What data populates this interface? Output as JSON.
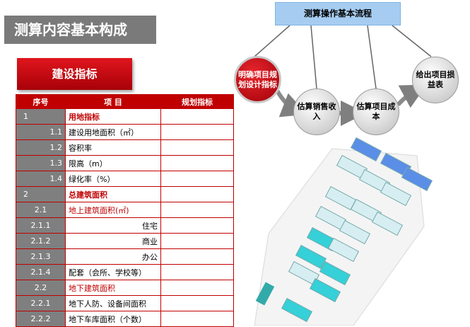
{
  "page": {
    "title": "测算内容基本构成",
    "subtitle": "建设指标"
  },
  "table": {
    "headers": [
      "序号",
      "项 目",
      "规划指标"
    ],
    "rows": [
      {
        "num": "1",
        "item": "用地指标",
        "style": "cat",
        "align": "l"
      },
      {
        "num": "1.1",
        "item": "建设用地面积（㎡）",
        "style": "normal",
        "align": "r"
      },
      {
        "num": "1.2",
        "item": "容积率",
        "style": "normal",
        "align": "r"
      },
      {
        "num": "1.3",
        "item": "限高（m）",
        "style": "normal",
        "align": "r"
      },
      {
        "num": "1.4",
        "item": "绿化率（%）",
        "style": "normal",
        "align": "r"
      },
      {
        "num": "2",
        "item": "总建筑面积",
        "style": "cat",
        "align": "l"
      },
      {
        "num": "2.1",
        "item": "地上建筑面积(㎡)",
        "style": "sub",
        "align": "c"
      },
      {
        "num": "2.1.1",
        "item": "住宅",
        "style": "right",
        "align": "c"
      },
      {
        "num": "2.1.2",
        "item": "商业",
        "style": "right",
        "align": "c"
      },
      {
        "num": "2.1.3",
        "item": "办公",
        "style": "right",
        "align": "c"
      },
      {
        "num": "2.1.4",
        "item": "配套（会所、学校等）",
        "style": "normal",
        "align": "c"
      },
      {
        "num": "2.2",
        "item": "地下建筑面积",
        "style": "sub",
        "align": "c"
      },
      {
        "num": "2.2.1",
        "item": "地下人防、设备间面积",
        "style": "normal",
        "align": "c"
      },
      {
        "num": "2.2.2",
        "item": "地下车库面积（个数）",
        "style": "normal",
        "align": "c"
      }
    ]
  },
  "flow": {
    "title": "测算操作基本流程",
    "steps": {
      "step1": "明确项目规划设计指标",
      "step2": "估算销售收入",
      "step3": "估算项目成本",
      "step4": "给出项目损益表"
    }
  },
  "colors": {
    "accent_red": "#c00000",
    "header_grey": "#7a7a7a",
    "flow_blue": "#a6cdf1"
  }
}
